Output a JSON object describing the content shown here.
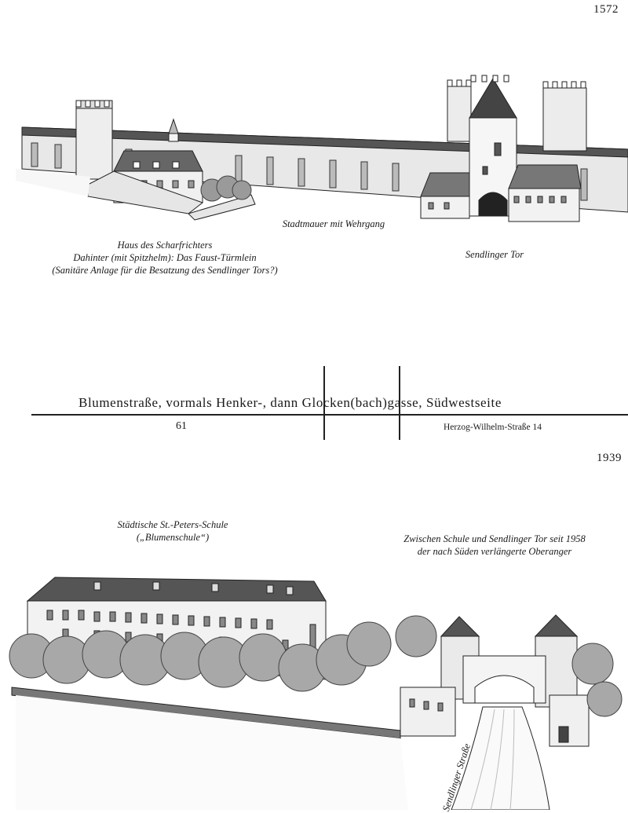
{
  "page": {
    "year_top": "1572",
    "year_bottom": "1939",
    "street_title": "Blumenstraße, vormals Henker-, dann Glocken(bach)gasse, Südwestseite",
    "house_number_left": "61",
    "cross_street": "Herzog-Wilhelm-Straße 14"
  },
  "top_illustration": {
    "captions": {
      "wall": "Stadtmauer mit Wehrgang",
      "gate": "Sendlinger Tor",
      "executioner": [
        "Haus des Scharfrichters",
        "Dahinter (mit Spitzhelm): Das Faust-Türmlein",
        "(Sanitäre Anlage für die Besatzung des Sendlinger Tors?)"
      ]
    }
  },
  "bottom_illustration": {
    "captions": {
      "school": [
        "Städtische St.-Peters-Schule",
        "(„Blumenschule“)"
      ],
      "oberanger": [
        "Zwischen Schule und Sendlinger Tor seit 1958",
        "der nach Süden verlängerte Oberanger"
      ],
      "road": "Sendlinger Straße"
    }
  }
}
